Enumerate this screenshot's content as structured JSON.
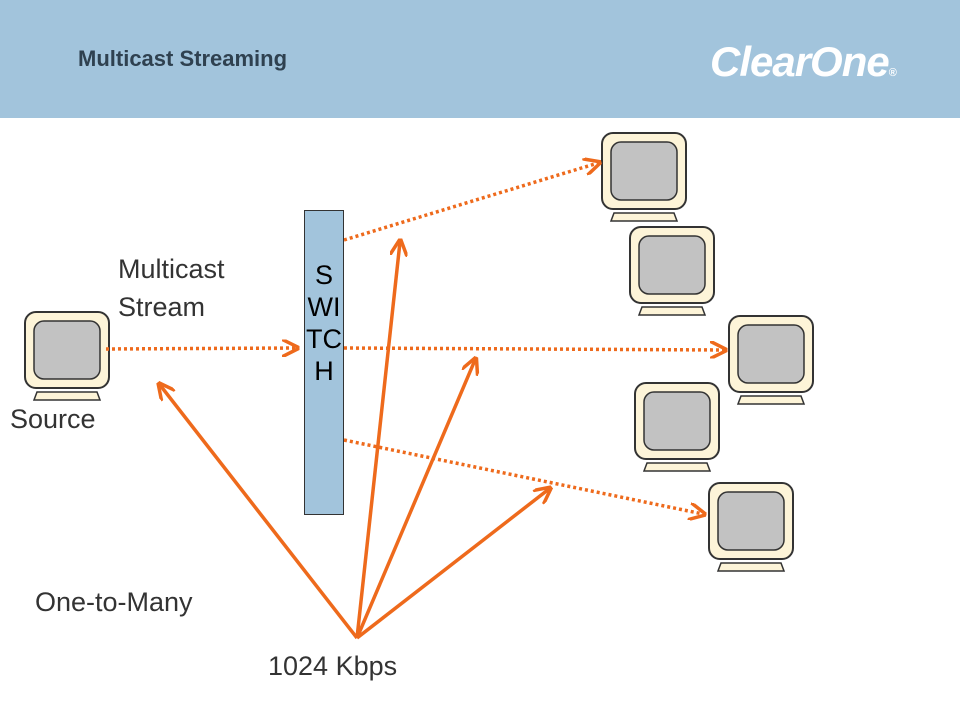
{
  "header": {
    "title": "Multicast Streaming",
    "logo_text": "ClearOne",
    "logo_mark": "®",
    "background": "#a2c4dc"
  },
  "switch": {
    "text": "SWITCH",
    "color": "#a2c4dc"
  },
  "labels": {
    "multicast_line1": "Multicast",
    "multicast_line2": "Stream",
    "source": "Source",
    "one_to_many": "One-to-Many",
    "bandwidth": "1024 Kbps"
  },
  "colors": {
    "arrow": "#ee6a1c",
    "monitor_bezel": "#fdf4d8",
    "monitor_screen": "#c2c2c2"
  },
  "icons": [
    "monitor-icon"
  ]
}
